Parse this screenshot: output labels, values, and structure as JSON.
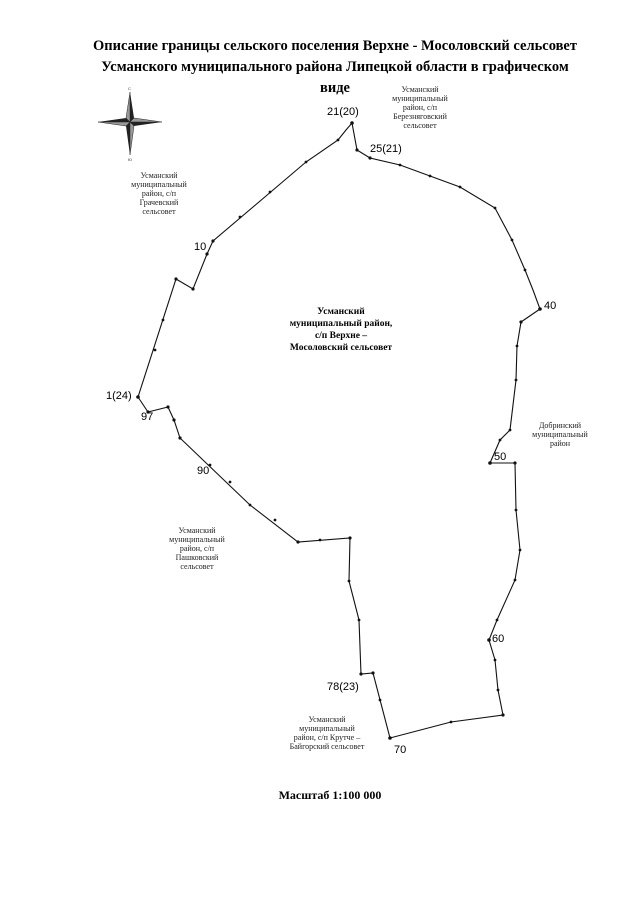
{
  "title": {
    "line1": "Описание границы сельского поселения Верхне - Мосоловский сельсовет",
    "line2": "Усманского муниципального района Липецкой области в графическом",
    "line3": "виде"
  },
  "compass": {
    "north": "С",
    "south": "Ю",
    "icon": "compass-rose-icon"
  },
  "center_label": {
    "line1": "Усманский",
    "line2": "муниципальный район,",
    "line3": "с/п Верхне –",
    "line4": "Мосоловский сельсовет"
  },
  "neighbors": {
    "berezniagovsky": [
      "Усманский",
      "муниципальный",
      "район, с/п",
      "Березняговский",
      "сельсовет"
    ],
    "grachevsky": [
      "Усманский",
      "муниципальный",
      "район, с/п",
      "Грачевский",
      "сельсовет"
    ],
    "dobrinsky": [
      "Добринский",
      "муниципальный",
      "район"
    ],
    "pashkovsky": [
      "Усманский",
      "муниципальный",
      "район, с/п",
      "Пашковский",
      "сельсовет"
    ],
    "krutche": [
      "Усманский",
      "муниципальный",
      "район, с/п Крутче –",
      "Байгорский сельсовет"
    ]
  },
  "point_labels": {
    "p21": "21(20)",
    "p25": "25(21)",
    "p10": "10",
    "p40": "40",
    "p1": "1(24)",
    "p97": "97",
    "p90": "90",
    "p50": "50",
    "p60": "60",
    "p78": "78(23)",
    "p70": "70"
  },
  "scale": "Масштаб 1:100 000",
  "colors": {
    "boundary": "#111111",
    "text": "#000000",
    "background": "#ffffff"
  }
}
